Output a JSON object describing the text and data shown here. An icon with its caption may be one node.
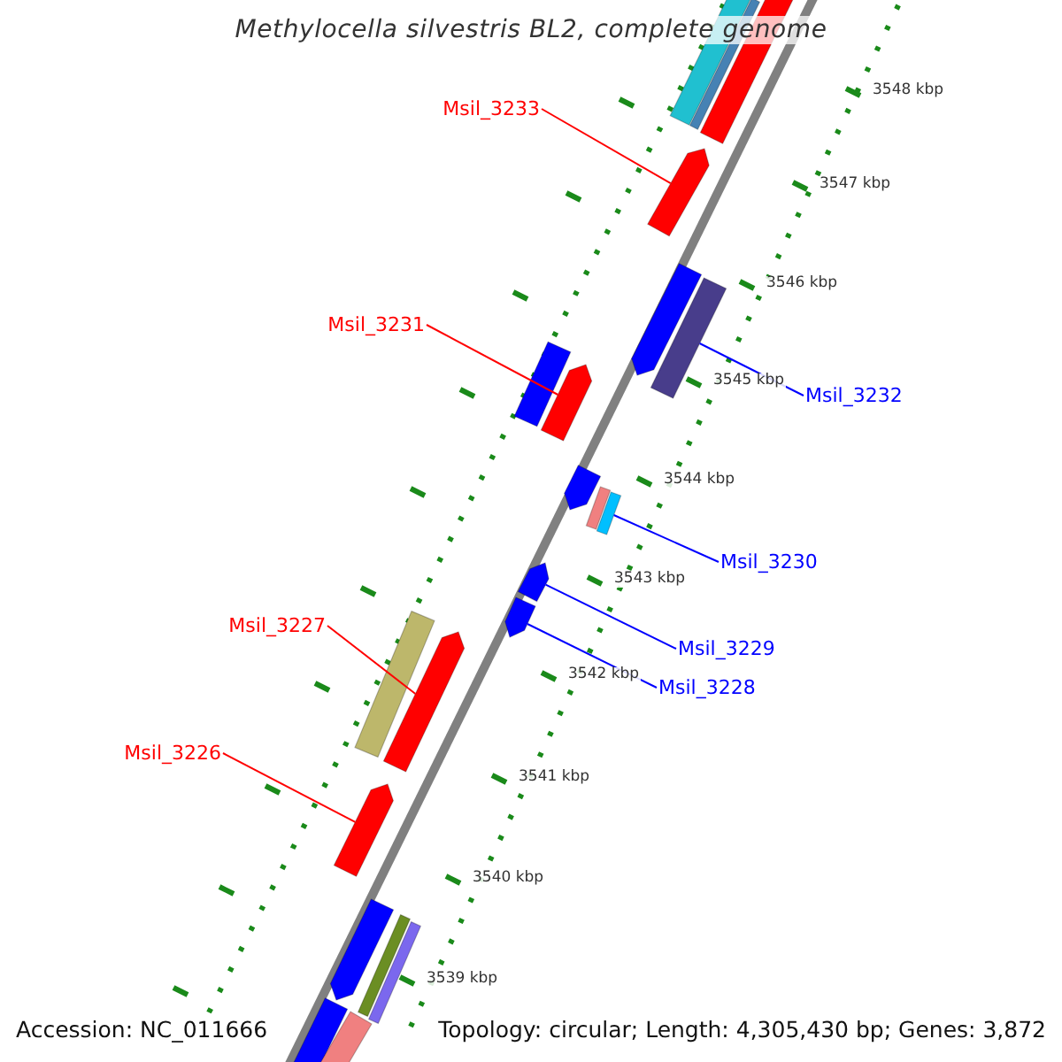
{
  "diagram": {
    "title": "Methylocella silvestris BL2, complete genome",
    "nodes": [
      {
        "text": [
          "Msil_3233"
        ]
      },
      {
        "text": [
          "Msil_3231"
        ]
      },
      {
        "text": [
          "Msil_3232"
        ]
      },
      {
        "text": [
          "Msil_3230"
        ]
      },
      {
        "text": [
          "Msil_3229"
        ]
      },
      {
        "text": [
          "Msil_3228"
        ]
      },
      {
        "text": [
          "Msil_3227"
        ]
      },
      {
        "text": [
          "Msil_3226"
        ]
      },
      {
        "text": [],
        "shape": "bar"
      },
      {
        "text": [],
        "shape": "bar"
      },
      {
        "text": [],
        "shape": "bar"
      },
      {
        "text": [],
        "shape": "bar"
      },
      {
        "text": [],
        "shape": "bar"
      },
      {
        "text": [],
        "shape": "bar"
      },
      {
        "text": [],
        "shape": "bar"
      },
      {
        "text": [],
        "shape": "bar"
      },
      {
        "text": [],
        "shape": "bar"
      },
      {
        "text": [],
        "shape": "bar"
      },
      {
        "text": [],
        "shape": "bar"
      },
      {
        "text": [],
        "shape": "bar"
      },
      {
        "text": [],
        "shape": "bar"
      },
      {
        "text": [],
        "shape": "bar"
      },
      {
        "text": [],
        "shape": "bar"
      },
      {
        "text": [],
        "shape": "bar"
      },
      {
        "text": [],
        "shape": "bar"
      },
      {
        "text": [],
        "shape": "bar"
      },
      {
        "text": [],
        "shape": "bar"
      },
      {
        "text": [],
        "shape": "bar"
      },
      {
        "text": [],
        "shape": "bar"
      }
    ],
    "edges": [
      {
        "from": 0,
        "to": 11,
        "arrow": "none",
        "color": "#ff0000"
      },
      {
        "from": 1,
        "to": 15,
        "arrow": "none",
        "color": "#ff0000"
      },
      {
        "from": 2,
        "to": 13,
        "arrow": "none",
        "color": "#0000ff"
      },
      {
        "from": 3,
        "to": 18,
        "arrow": "none",
        "color": "#0000ff"
      },
      {
        "from": 4,
        "to": 19,
        "arrow": "none",
        "color": "#0000ff"
      },
      {
        "from": 5,
        "to": 20,
        "arrow": "none",
        "color": "#0000ff"
      },
      {
        "from": 6,
        "to": 22,
        "arrow": "none",
        "color": "#ff0000"
      },
      {
        "from": 7,
        "to": 23,
        "arrow": "none",
        "color": "#ff0000"
      }
    ],
    "labels": [
      "3548 kbp",
      "3547 kbp",
      "3546 kbp",
      "3545 kbp",
      "3544 kbp",
      "3543 kbp",
      "3542 kbp",
      "3541 kbp",
      "3540 kbp",
      "3539 kbp",
      "Accession: NC_011666",
      "Topology: circular; Length: 4,305,430 bp; Genes: 3,872"
    ]
  }
}
